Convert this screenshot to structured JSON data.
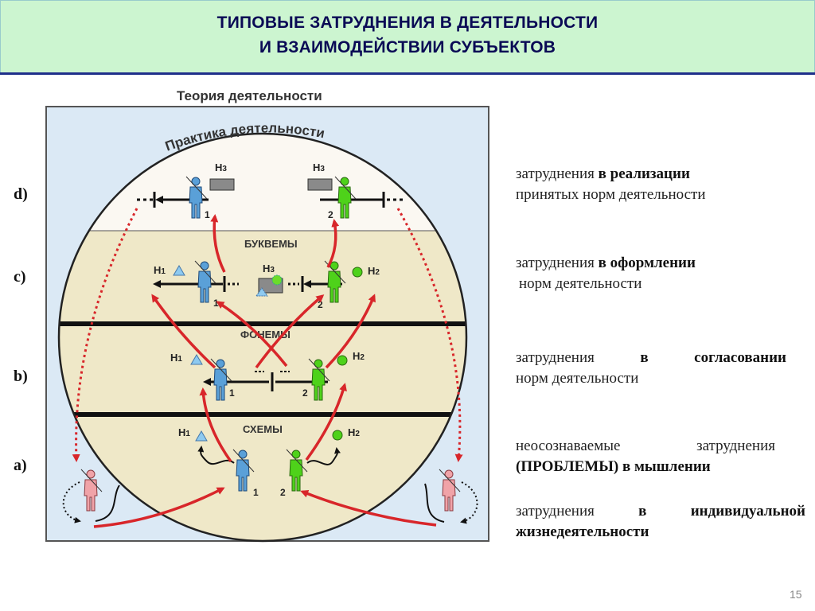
{
  "header": {
    "title_line1": "ТИПОВЫЕ ЗАТРУДНЕНИЯ  В ДЕЯТЕЛЬНОСТИ",
    "title_line2": "И ВЗАИМОДЕЙСТВИИ СУБЪЕКТОВ"
  },
  "diagram": {
    "outer_label": "Теория деятельности",
    "arc_label": "Практика деятельности",
    "band_labels": {
      "bukvemy": "БУКВЕМЫ",
      "fonemy": "ФОНЕМЫ",
      "skhemy": "СХЕМЫ"
    },
    "norms": {
      "n1": "Н",
      "n2": "Н",
      "n3": "Н",
      "sub1": "1",
      "sub2": "2",
      "sub3": "3"
    },
    "subject_numbers": {
      "one": "1",
      "two": "2"
    },
    "colors": {
      "blue_person": "#5aa0d8",
      "green_person": "#4ed21a",
      "pink_person": "#f0a3a8",
      "red_arrow": "#d8262a",
      "top_zone": "#fbf8f2",
      "band_zone": "#efe8c8",
      "frame": "#dbe9f5"
    }
  },
  "levels": [
    {
      "id": "d",
      "label": "d)",
      "text_plain1": "затруднения ",
      "text_bold1": "в реализации",
      "text_plain2": "принятых норм  деятельности"
    },
    {
      "id": "c",
      "label": "с)",
      "text_plain1": "затруднения  ",
      "text_bold1": "в  оформлении",
      "text_plain2": "норм деятельности"
    },
    {
      "id": "b",
      "label": "b)",
      "text_plain1": "затруднения     ",
      "text_bold1": "в     согласовании",
      "text_plain2": "норм деятельности"
    },
    {
      "id": "a",
      "label": "а)",
      "text_plain1": "неосознаваемые    затруднения",
      "text_bold1": "(ПРОБЛЕМЫ) в мышлении",
      "text_plain2": ""
    }
  ],
  "extra": {
    "text_plain1": "затруднения    ",
    "text_bold1": "в    индивидуальной",
    "text_bold2": "жизнедеятельности"
  },
  "page_number": "15"
}
